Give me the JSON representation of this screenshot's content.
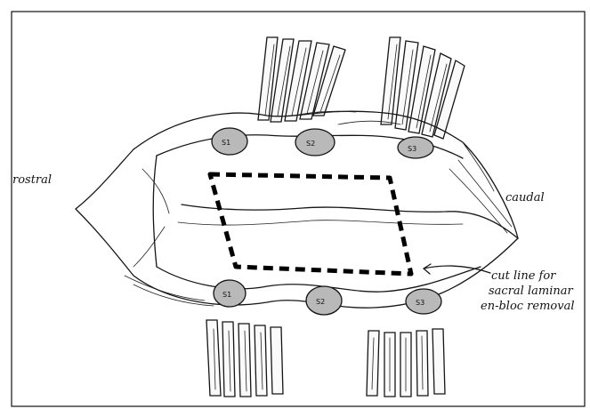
{
  "labels": {
    "rostral": "rostral",
    "caudal": "caudal",
    "cut_line": [
      "cut line for",
      "sacral laminar",
      "en-bloc removal"
    ]
  },
  "foramina": {
    "upper": [
      "S1",
      "S2",
      "S3"
    ],
    "lower": [
      "S1",
      "S2",
      "S3"
    ]
  },
  "colors": {
    "ink": "#161616",
    "foramen_fill": "#b9b9b9",
    "background": "#ffffff"
  }
}
